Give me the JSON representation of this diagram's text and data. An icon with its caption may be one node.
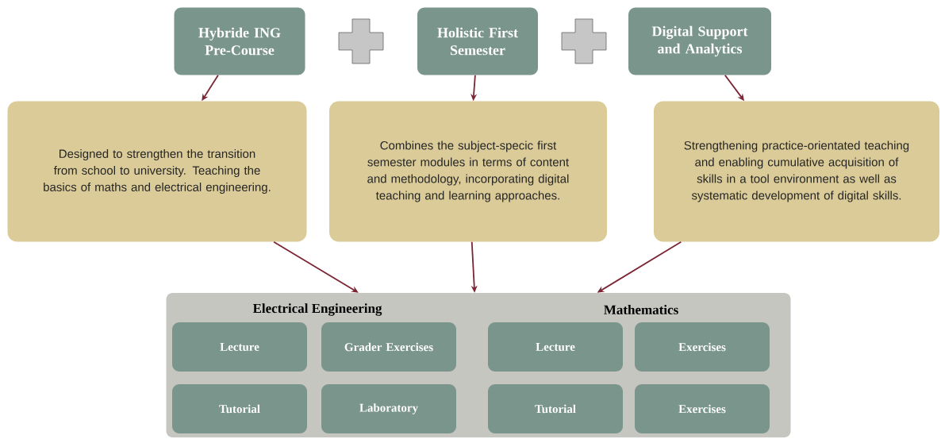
{
  "diagram": {
    "nodes": [
      {
        "text": [
          "Hybride ING Pre-Course"
        ]
      },
      {
        "text": [
          "Holistic First Semester"
        ]
      },
      {
        "text": [
          "Digital Support and Analytics"
        ]
      },
      {
        "text": [
          "Designed to strengthen the transition from school to university. Teaching the basics of maths and electrical engineering."
        ]
      },
      {
        "text": [
          "Combines the subject-specic first semester modules in terms of content and methodology, incorporating digital teaching and learning approaches."
        ]
      },
      {
        "text": [
          "Strengthening practice-orientated teaching and enabling cumulative acquisition of skills in a tool environment as well as systematic development of digital skills."
        ]
      },
      {
        "text": [
          "Electrical Engineering",
          "Mathematics"
        ]
      },
      {
        "text": [
          "Lecture"
        ],
        "in": 6
      },
      {
        "text": [
          "Grader Exercises"
        ],
        "in": 6
      },
      {
        "text": [
          "Tutorial"
        ],
        "in": 6
      },
      {
        "text": [
          "Laboratory"
        ],
        "in": 6
      },
      {
        "text": [
          "Lecture"
        ],
        "in": 6
      },
      {
        "text": [
          "Exercises"
        ],
        "in": 6
      },
      {
        "text": [
          "Tutorial"
        ],
        "in": 6
      },
      {
        "text": [
          "Exercises"
        ],
        "in": 6
      }
    ],
    "edges": [
      {
        "from": 0,
        "to": 3,
        "arrow": "to"
      },
      {
        "from": 1,
        "to": 4,
        "arrow": "to"
      },
      {
        "from": 2,
        "to": 5,
        "arrow": "to"
      },
      {
        "from": 3,
        "to": 6,
        "arrow": "to"
      },
      {
        "from": 4,
        "to": 6,
        "arrow": "to"
      },
      {
        "from": 5,
        "to": 6,
        "arrow": "to"
      }
    ]
  }
}
